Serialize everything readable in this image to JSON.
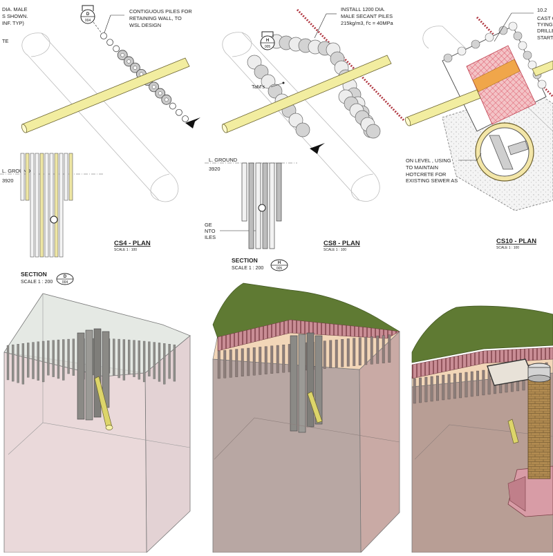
{
  "colors": {
    "pipe": "#f2eda0",
    "pipe_edge": "#6b6430",
    "pile_grey": "#c8c8c8",
    "grass": "#5f7a33",
    "box_pink": "#e6cfd0",
    "box_tan": "#c9ab92",
    "hatch_red": "#d9465a",
    "brick": "#a8834c"
  },
  "panel_cs4": {
    "note_main": [
      "DIA. MALE",
      "S SHOWN.",
      "INF. TYP)"
    ],
    "note_main_extra": "TE",
    "callout_tag": {
      "letter": "D",
      "number": "004"
    },
    "callout_text": [
      "CONTIGUOUS PILES FOR",
      "RETAINING WALL, TO",
      "WSL DESIGN"
    ],
    "ground_label": [
      "L. GROUND",
      "3920"
    ],
    "plan_title": "CS4 - PLAN",
    "plan_scale": "SCALE 1 : 100",
    "section_title": "SECTION",
    "section_scale": "SCALE  1 : 200",
    "section_tag": {
      "letter": "D",
      "number": "004"
    }
  },
  "panel_cs8": {
    "callout_tag": {
      "letter": "H",
      "number": "005"
    },
    "callout_text": [
      "INSTALL 1200 DIA.",
      "MALE SECANT PILES",
      "215kg/m3, f'c = 40MPa"
    ],
    "tam_label": "TaM's",
    "ground_label": [
      "L. GROUND",
      "3920"
    ],
    "side_note": [
      "GE",
      "NTO",
      "ILES"
    ],
    "plan_title": "CS8 - PLAN",
    "plan_scale": "SCALE 1 : 100",
    "section_title": "SECTION",
    "section_scale": "SCALE  1 : 200",
    "section_tag": {
      "letter": "H",
      "number": "005"
    }
  },
  "panel_cs10": {
    "callout_text": [
      "10.2",
      "CAST C",
      "TYING I",
      "DRILLE",
      "STARTE"
    ],
    "side_note": [
      "ON LEVEL , USING",
      "TO MAINTAIN",
      "HOTCRETE FOR",
      "EXISTING SEWER AS"
    ],
    "plan_title": "CS10 - PLAN",
    "plan_scale": "SCALE 1 : 100"
  }
}
